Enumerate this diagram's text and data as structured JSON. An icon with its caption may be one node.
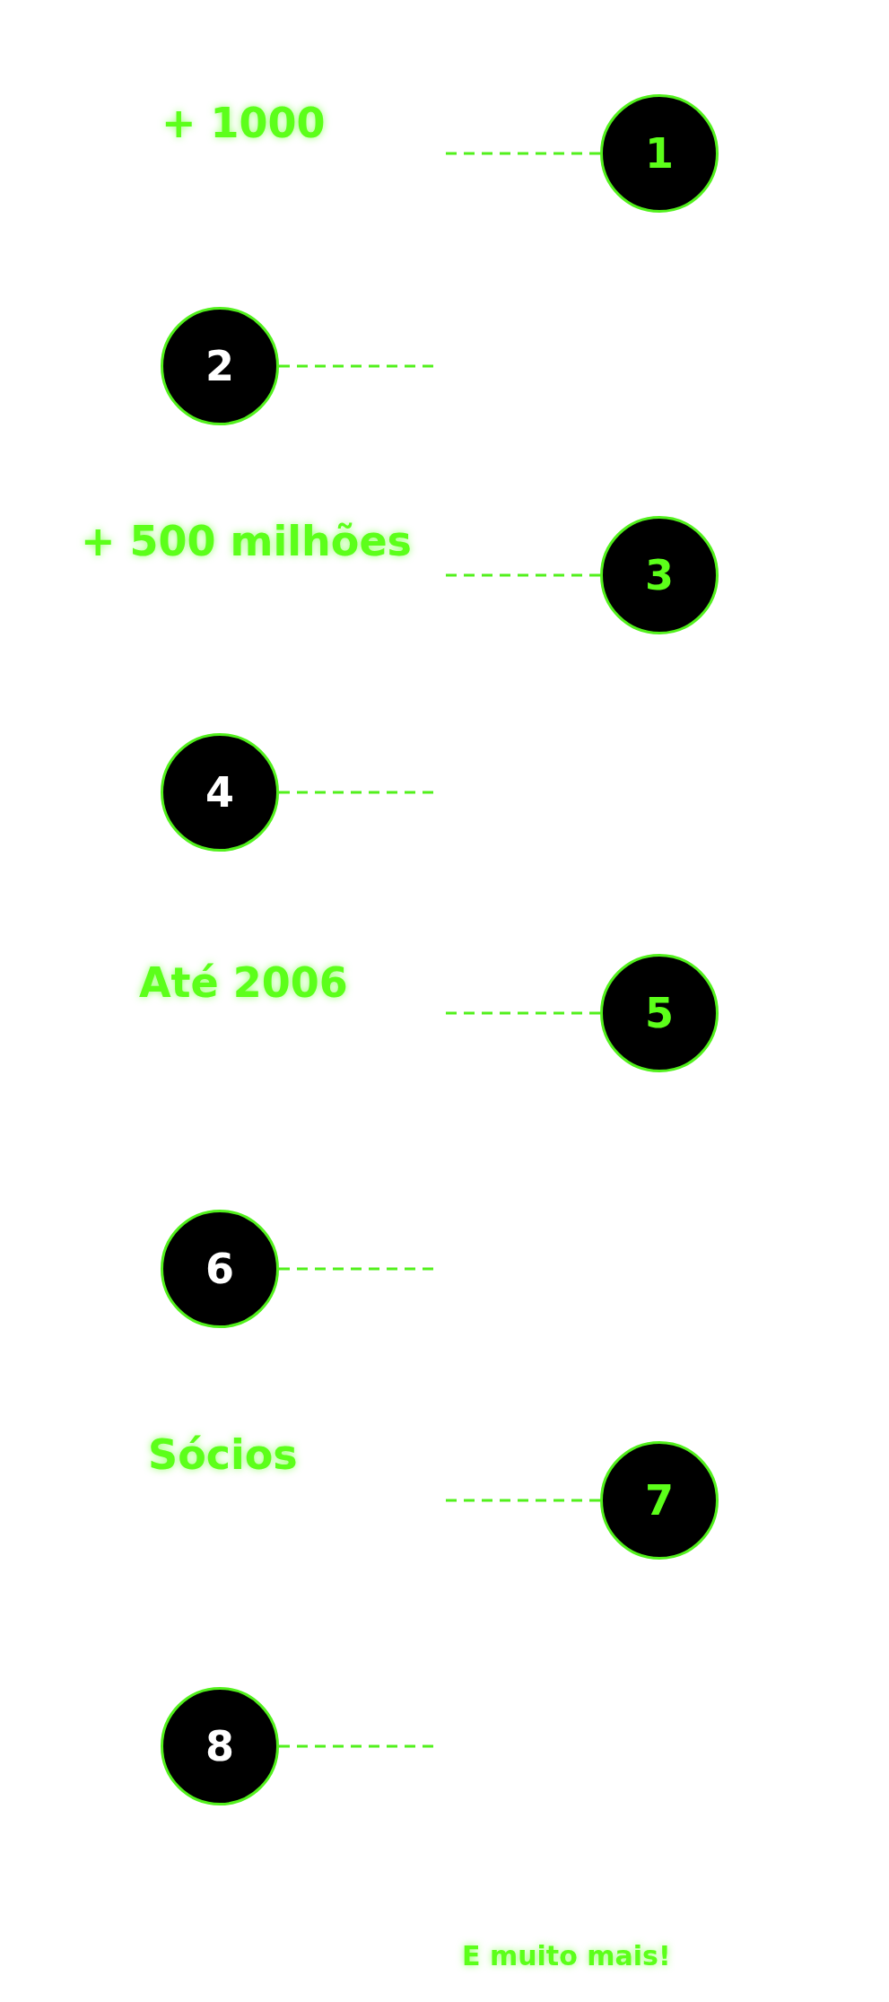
{
  "diagram": {
    "nodes": [
      {
        "text": [
          "1"
        ]
      },
      {
        "text": [
          "2"
        ]
      },
      {
        "text": [
          "3"
        ]
      },
      {
        "text": [
          "4"
        ]
      },
      {
        "text": [
          "5"
        ]
      },
      {
        "text": [
          "6"
        ]
      },
      {
        "text": [
          "7"
        ]
      },
      {
        "text": [
          "8"
        ]
      }
    ],
    "edges": [
      {
        "from": 0,
        "to": null,
        "arrow": "none",
        "style": "dashed"
      },
      {
        "from": 1,
        "to": null,
        "arrow": "none",
        "style": "dashed"
      },
      {
        "from": 2,
        "to": null,
        "arrow": "none",
        "style": "dashed"
      },
      {
        "from": 3,
        "to": null,
        "arrow": "none",
        "style": "dashed"
      },
      {
        "from": 4,
        "to": null,
        "arrow": "none",
        "style": "dashed"
      },
      {
        "from": 5,
        "to": null,
        "arrow": "none",
        "style": "dashed"
      },
      {
        "from": 6,
        "to": null,
        "arrow": "none",
        "style": "dashed"
      },
      {
        "from": 7,
        "to": null,
        "arrow": "none",
        "style": "dashed"
      }
    ],
    "labels": [
      "+ 1000",
      "+ 500 milhões",
      "Até 2006",
      "Sócios",
      "E muito mais!"
    ]
  }
}
